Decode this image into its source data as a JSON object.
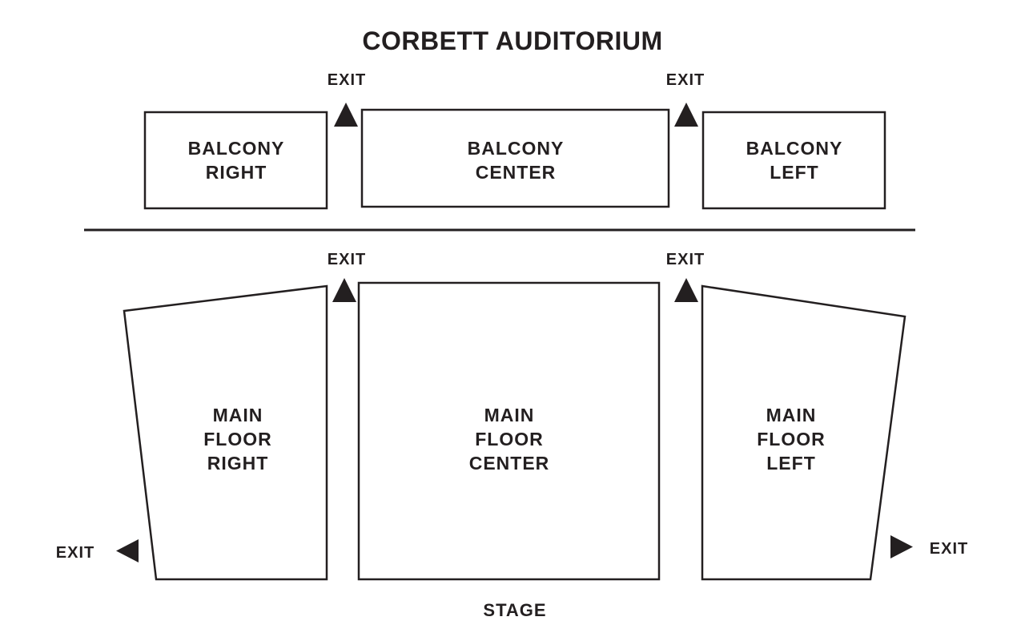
{
  "title": "CORBETT AUDITORIUM",
  "stage_label": "STAGE",
  "exit_label": "EXIT",
  "balcony": {
    "right": "BALCONY\nRIGHT",
    "center": "BALCONY\nCENTER",
    "left": "BALCONY\nLEFT"
  },
  "main_floor": {
    "right": "MAIN\nFLOOR\nRIGHT",
    "center": "MAIN\nFLOOR\nCENTER",
    "left": "MAIN\nFLOOR\nLEFT"
  },
  "icons": {
    "exit_arrows": [
      "up-triangle-icon",
      "left-triangle-icon",
      "right-triangle-icon"
    ]
  },
  "colors": {
    "ink": "#231f20",
    "background": "#ffffff"
  }
}
